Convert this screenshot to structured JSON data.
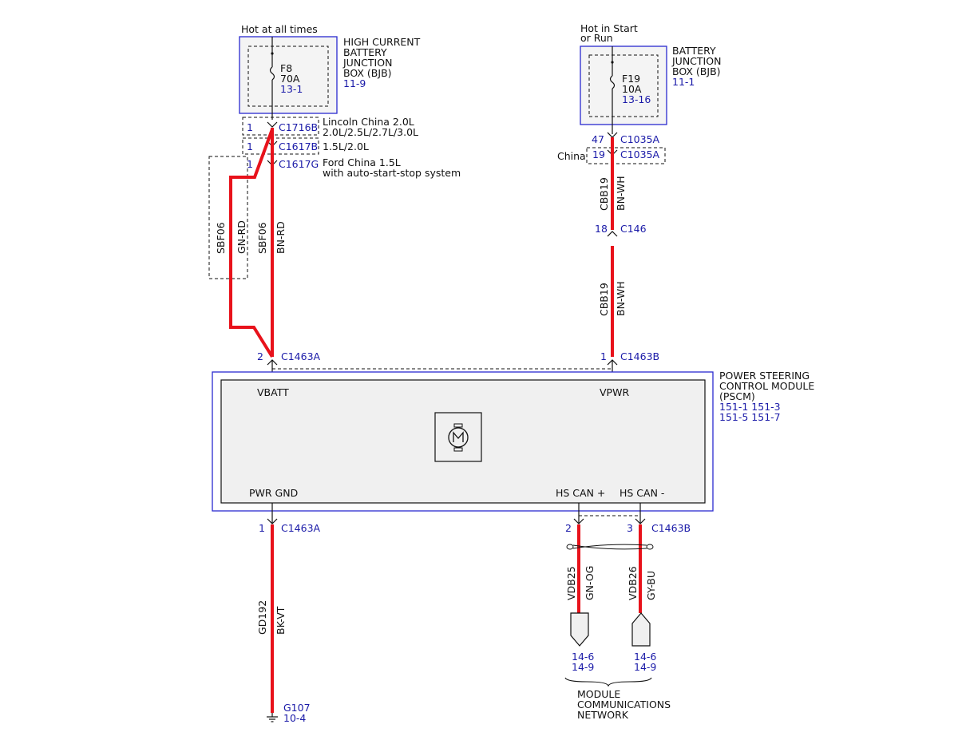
{
  "bjb_hc": {
    "feed": "Hot at all times",
    "name_l1": "HIGH CURRENT",
    "name_l2": "BATTERY",
    "name_l3": "JUNCTION",
    "name_l4": "BOX (BJB)",
    "ref": "11-9",
    "fuse_id": "F8",
    "fuse_rating": "70A",
    "fuse_ref": "13-1"
  },
  "bjb": {
    "feed_l1": "Hot in Start",
    "feed_l2": "or Run",
    "name_l1": "BATTERY",
    "name_l2": "JUNCTION",
    "name_l3": "BOX (BJB)",
    "ref": "11-1",
    "fuse_id": "F19",
    "fuse_rating": "10A",
    "fuse_ref": "13-16"
  },
  "left_connectors": [
    {
      "pin": "1",
      "id": "C1716B",
      "note_l1": "Lincoln China 2.0L",
      "note_l2": "2.0L/2.5L/2.7L/3.0L"
    },
    {
      "pin": "1",
      "id": "C1617B",
      "note_l1": "1.5L/2.0L",
      "note_l2": ""
    },
    {
      "pin": "1",
      "id": "C1617G",
      "note_l1": "Ford China 1.5L",
      "note_l2": "with auto-start-stop system"
    }
  ],
  "right_connectors": {
    "c1035a": {
      "pin": "47",
      "id": "C1035A"
    },
    "c1035a_china": {
      "pin": "19",
      "id": "C1035A",
      "label": "China"
    },
    "c146": {
      "pin": "18",
      "id": "C146"
    }
  },
  "wires": {
    "sbf06_gn": {
      "circuit": "SBF06",
      "color": "GN-RD"
    },
    "sbf06_bn": {
      "circuit": "SBF06",
      "color": "BN-RD"
    },
    "cbb19_upper": {
      "circuit": "CBB19",
      "color": "BN-WH"
    },
    "cbb19_lower": {
      "circuit": "CBB19",
      "color": "BN-WH"
    },
    "gd192": {
      "circuit": "GD192",
      "color": "BK-VT"
    },
    "vdb25": {
      "circuit": "VDB25",
      "color": "GN-OG"
    },
    "vdb26": {
      "circuit": "VDB26",
      "color": "GY-BU"
    }
  },
  "pscm_pins": {
    "vbatt": {
      "pin": "2",
      "connector": "C1463A",
      "label": "VBATT"
    },
    "vpwr": {
      "pin": "1",
      "connector": "C1463B",
      "label": "VPWR"
    },
    "gnd": {
      "pin": "1",
      "connector": "C1463A",
      "label": "PWR GND"
    },
    "can_plus": {
      "pin": "2",
      "label": "HS CAN +"
    },
    "can_minus": {
      "pin": "3",
      "connector": "C1463B",
      "label": "HS CAN -"
    }
  },
  "pscm": {
    "name_l1": "POWER STEERING",
    "name_l2": "CONTROL MODULE",
    "name_l3": "(PSCM)",
    "refs_l1": "151-1 151-3",
    "refs_l2": "151-5 151-7",
    "motor_icon": "motor-icon"
  },
  "ground": {
    "id": "G107",
    "ref": "10-4"
  },
  "network": {
    "ref_a_l1": "14-6",
    "ref_a_l2": "14-9",
    "ref_b_l1": "14-6",
    "ref_b_l2": "14-9",
    "label_l1": "MODULE",
    "label_l2": "COMMUNICATIONS",
    "label_l3": "NETWORK"
  }
}
